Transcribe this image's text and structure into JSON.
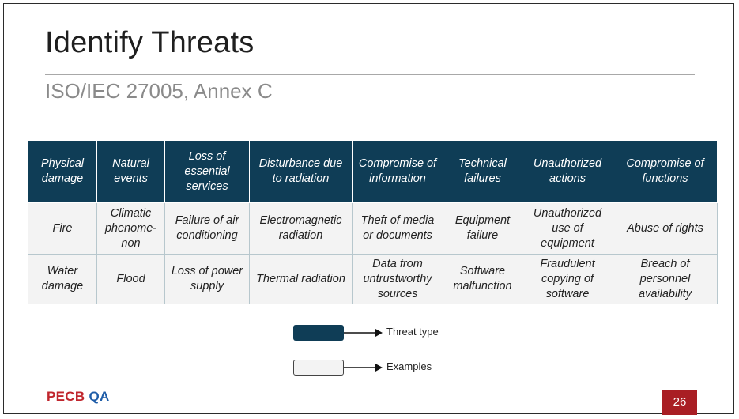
{
  "slide": {
    "title": "Identify Threats",
    "subtitle": "ISO/IEC 27005, Annex C",
    "page_number": "26"
  },
  "table": {
    "headers": [
      "Physical damage",
      "Natural events",
      "Loss of essential services",
      "Disturbance due to radiation",
      "Compromise of information",
      "Technical failures",
      "Unauthorized actions",
      "Compromise of functions"
    ],
    "rows": [
      [
        "Fire",
        "Climatic phenome-non",
        "Failure of air conditioning",
        "Electromagnetic radiation",
        "Theft of media or documents",
        "Equipment failure",
        "Unauthorized use of equipment",
        "Abuse of rights"
      ],
      [
        "Water damage",
        "Flood",
        "Loss of power supply",
        "Thermal radiation",
        "Data from untrustworthy sources",
        "Software malfunction",
        "Fraudulent copying of software",
        "Breach of personnel availability"
      ]
    ]
  },
  "legend": {
    "threat_type_label": "Threat type",
    "examples_label": "Examples"
  },
  "logo": {
    "part1": "PECB",
    "part2": "QA"
  },
  "colors": {
    "header_bg": "#0f3d56",
    "cell_bg": "#f3f3f3",
    "page_badge": "#a91e24",
    "logo_red": "#c0262d",
    "logo_blue": "#1f5da8"
  }
}
